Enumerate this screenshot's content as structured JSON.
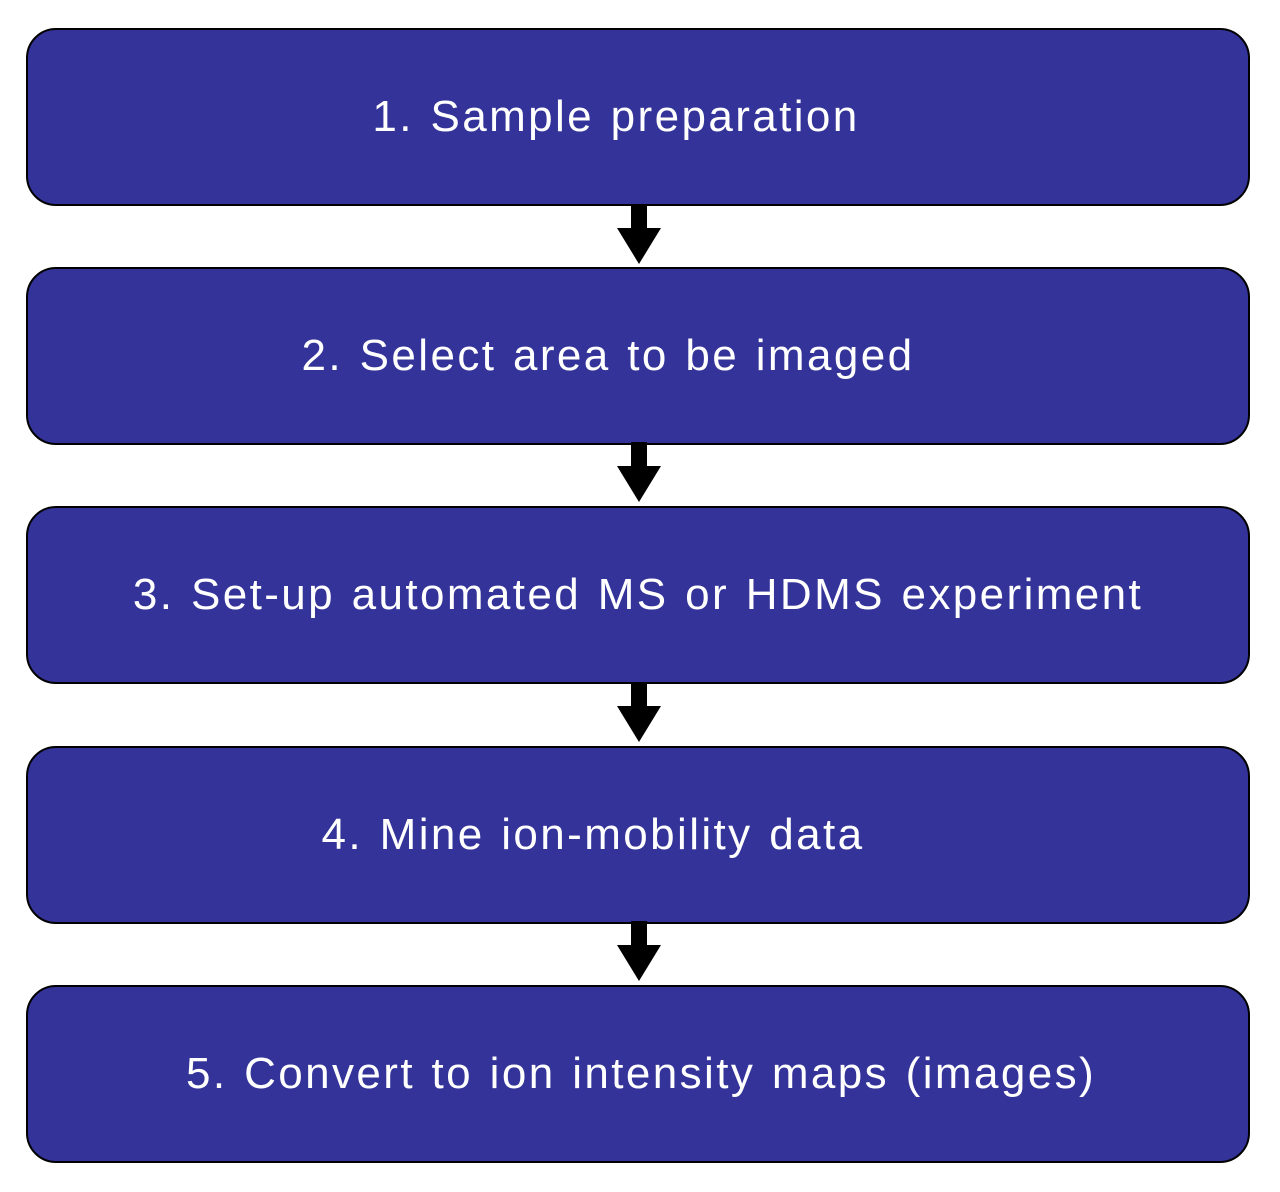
{
  "colors": {
    "box_fill": "#333399",
    "box_border": "#000000",
    "text": "#ffffff",
    "arrow": "#000000"
  },
  "steps": [
    {
      "label": "1. Sample preparation"
    },
    {
      "label": "2. Select area to be imaged"
    },
    {
      "label": "3. Set-up automated MS or HDMS experiment"
    },
    {
      "label": "4. Mine ion-mobility data"
    },
    {
      "label": "5. Convert to ion intensity maps (images)"
    }
  ],
  "arrow_icon": "arrow-down-icon"
}
